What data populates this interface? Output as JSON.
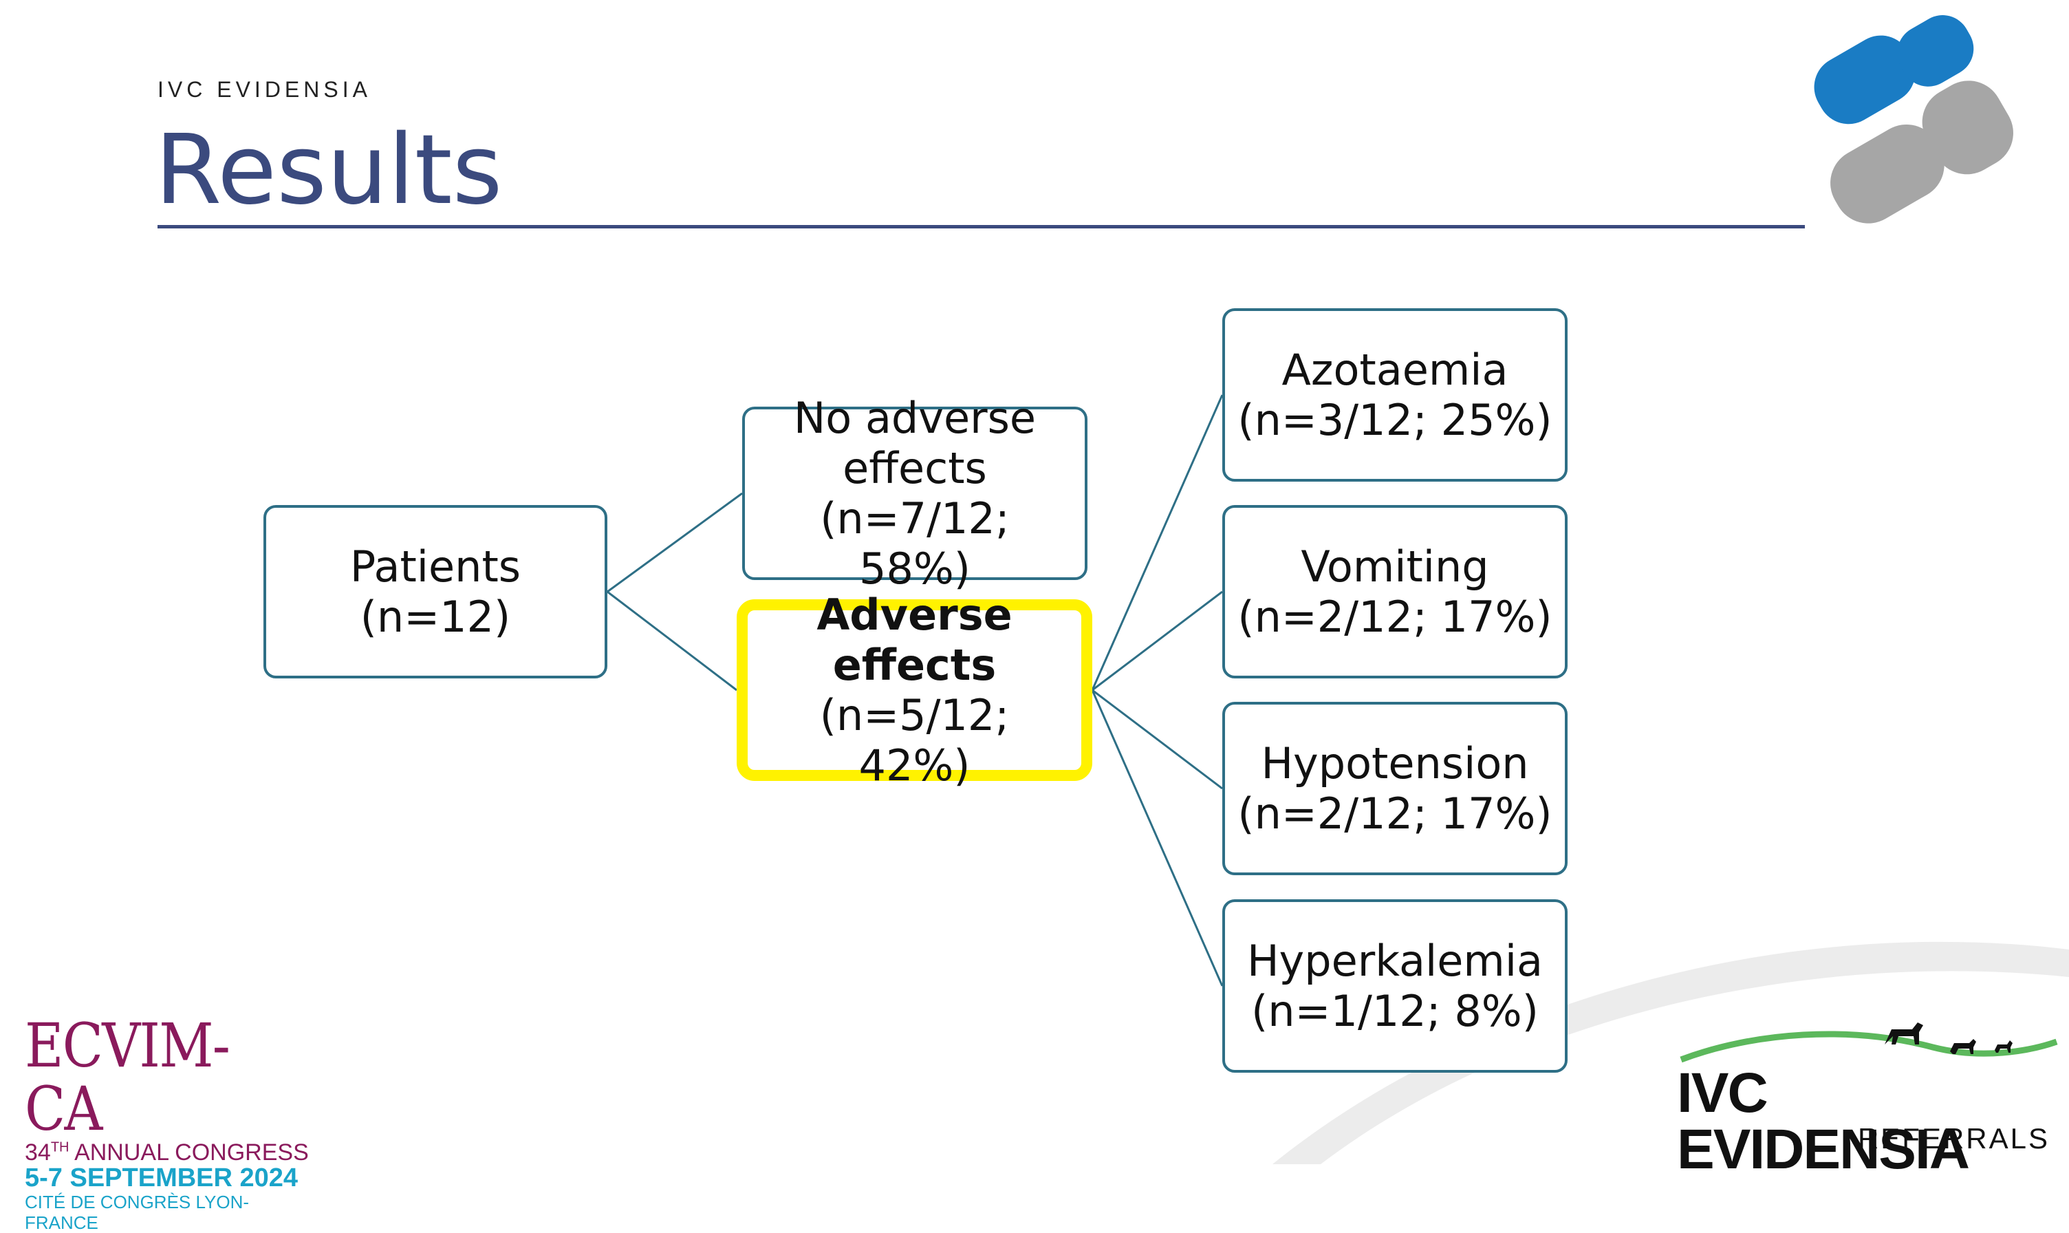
{
  "header": {
    "brand": "IVC EVIDENSIA",
    "title": "Results"
  },
  "diagram": {
    "nodes": [
      {
        "id": "patients",
        "lines": [
          [
            {
              "t": "Patients (n=12)"
            }
          ]
        ]
      },
      {
        "id": "no-adverse",
        "lines": [
          [
            {
              "t": "No adverse"
            }
          ],
          [
            {
              "t": "effects (n=7/12;"
            }
          ],
          [
            {
              "t": "58%)"
            }
          ]
        ]
      },
      {
        "id": "adverse",
        "highlighted": true,
        "lines": [
          [
            {
              "t": "Adverse",
              "b": true
            }
          ],
          [
            {
              "t": "effects",
              "b": true
            },
            {
              "t": " (n=5/12;"
            }
          ],
          [
            {
              "t": "42%)"
            }
          ]
        ]
      },
      {
        "id": "azotaemia",
        "lines": [
          [
            {
              "t": "Azotaemia"
            }
          ],
          [
            {
              "t": "(n=3/12; 25%)"
            }
          ]
        ]
      },
      {
        "id": "vomiting",
        "lines": [
          [
            {
              "t": "Vomiting"
            }
          ],
          [
            {
              "t": "(n=2/12; 17%)"
            }
          ]
        ]
      },
      {
        "id": "hypotension",
        "lines": [
          [
            {
              "t": "Hypotension"
            }
          ],
          [
            {
              "t": "(n=2/12; 17%)"
            }
          ]
        ]
      },
      {
        "id": "hyperkalemia",
        "lines": [
          [
            {
              "t": "Hyperkalemia"
            }
          ],
          [
            {
              "t": "(n=1/12; 8%)"
            }
          ]
        ]
      }
    ],
    "edges": [
      {
        "from": "patients",
        "to": "no-adverse"
      },
      {
        "from": "patients",
        "to": "adverse"
      },
      {
        "from": "adverse",
        "to": "azotaemia"
      },
      {
        "from": "adverse",
        "to": "vomiting"
      },
      {
        "from": "adverse",
        "to": "hypotension"
      },
      {
        "from": "adverse",
        "to": "hyperkalemia"
      }
    ],
    "colors": {
      "border": "#2e6f86",
      "highlight": "#fff200",
      "line": "#2e6f86"
    }
  },
  "footer": {
    "ecvim_name": "ECVIM-CA",
    "ecvim_ordinal": "34",
    "ecvim_ordinal_suffix": "TH",
    "ecvim_congress": " ANNUAL CONGRESS",
    "ecvim_dates": "5-7 SEPTEMBER 2024",
    "ecvim_venue": "CITÉ DE CONGRÈS LYON-FRANCE",
    "ivc_name": "IVC EVIDENSIA",
    "ivc_sub": "REFERRALS"
  }
}
